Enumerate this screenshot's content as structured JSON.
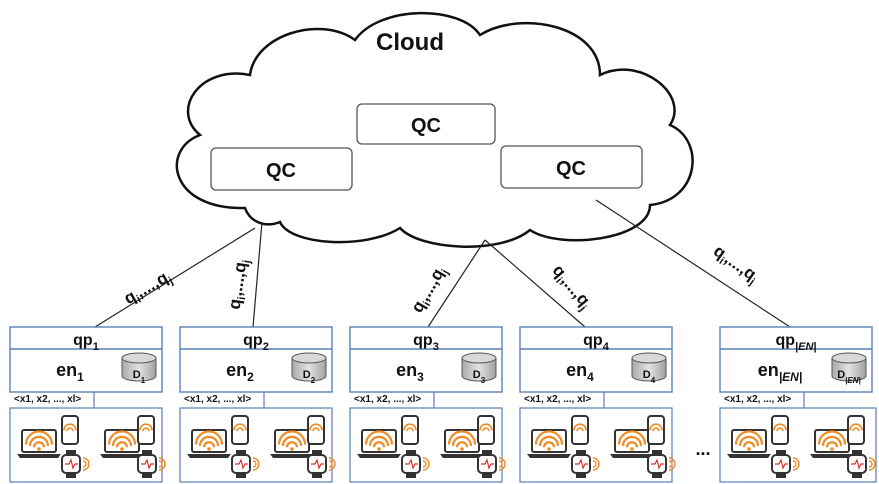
{
  "cloud": {
    "title": "Cloud",
    "qc_boxes": [
      {
        "label": "QC"
      },
      {
        "label": "QC"
      },
      {
        "label": "QC"
      }
    ]
  },
  "edge_nodes": [
    {
      "qp_base": "qp",
      "qp_sub": "1",
      "en_base": "en",
      "en_sub": "1",
      "d_base": "D",
      "d_sub": "1",
      "link_label": "qi,...,qj",
      "input_label": "<x1, x2, ..., xl>"
    },
    {
      "qp_base": "qp",
      "qp_sub": "2",
      "en_base": "en",
      "en_sub": "2",
      "d_base": "D",
      "d_sub": "2",
      "link_label": "qi,...,qj",
      "input_label": "<x1, x2, ..., xl>"
    },
    {
      "qp_base": "qp",
      "qp_sub": "3",
      "en_base": "en",
      "en_sub": "3",
      "d_base": "D",
      "d_sub": "3",
      "link_label": "qi,...,qj",
      "input_label": "<x1, x2, ..., xl>"
    },
    {
      "qp_base": "qp",
      "qp_sub": "4",
      "en_base": "en",
      "en_sub": "4",
      "d_base": "D",
      "d_sub": "4",
      "link_label": "qi,...,qj",
      "input_label": "<x1, x2, ..., xl>"
    },
    {
      "qp_base": "qp",
      "qp_sub": "|EN|",
      "en_base": "en",
      "en_sub": "|EN|",
      "d_base": "D",
      "d_sub": "|EN|",
      "link_label": "qi,...,qj",
      "input_label": "<x1, x2, ..., xl>"
    }
  ],
  "ellipsis": "...",
  "icons": {
    "laptop": "laptop-wifi-icon",
    "phone": "smartphone-icon",
    "watch": "smartwatch-icon",
    "database": "database-icon"
  },
  "colors": {
    "node_border": "#5b7fb8",
    "wifi": "#f08a24",
    "cylinder": "#c8c8c8"
  }
}
